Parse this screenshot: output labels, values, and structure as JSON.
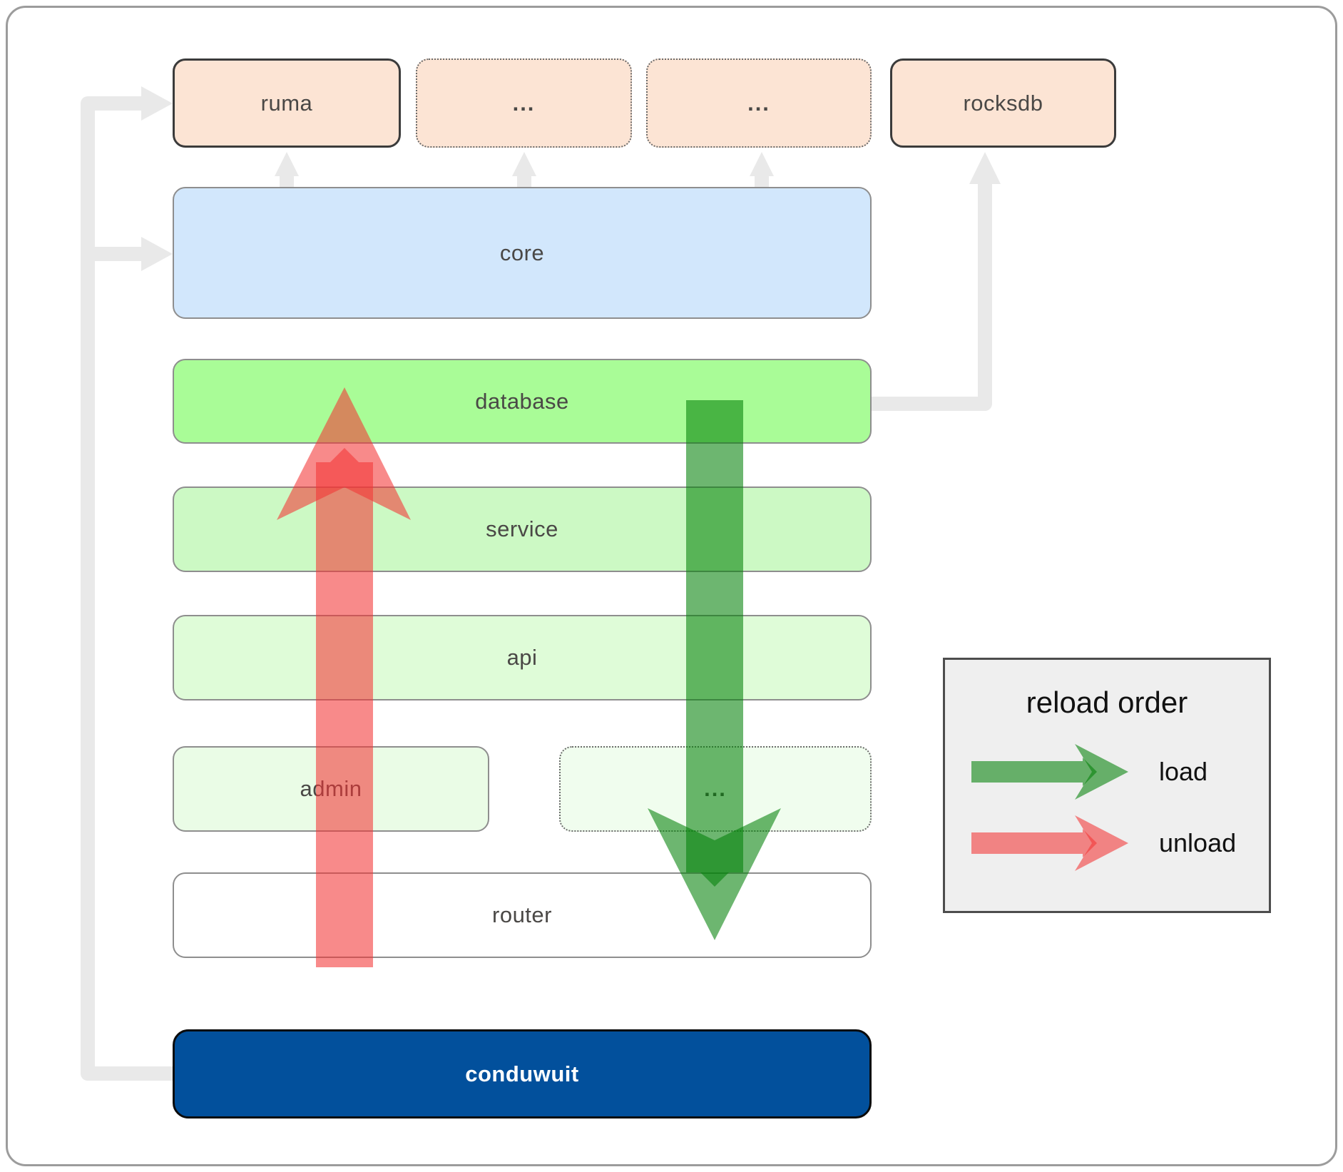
{
  "nodes": {
    "ruma": {
      "label": "ruma"
    },
    "ellipsis1": {
      "label": "..."
    },
    "ellipsis2": {
      "label": "..."
    },
    "rocksdb": {
      "label": "rocksdb"
    },
    "core": {
      "label": "core"
    },
    "database": {
      "label": "database"
    },
    "service": {
      "label": "service"
    },
    "api": {
      "label": "api"
    },
    "admin": {
      "label": "admin"
    },
    "ellipsis3": {
      "label": "..."
    },
    "router": {
      "label": "router"
    },
    "conduwuit": {
      "label": "conduwuit"
    }
  },
  "legend": {
    "title": "reload order",
    "items": [
      {
        "label": "load",
        "color": "#048109"
      },
      {
        "label": "unload",
        "color": "#f33535"
      }
    ]
  },
  "colors": {
    "peach_box": "#fce4d4",
    "core_blue": "#d2e7fc",
    "database_green": "#a9fc97",
    "service_green": "#ccf9c4",
    "api_green": "#dffcd8",
    "admin_green": "#eafce6",
    "router_white": "#ffffff",
    "conduwuit_blue": "#02509c",
    "load_arrow_green": "#048109",
    "unload_arrow_red": "#f33535",
    "connector_gray": "#e9e9e9"
  }
}
